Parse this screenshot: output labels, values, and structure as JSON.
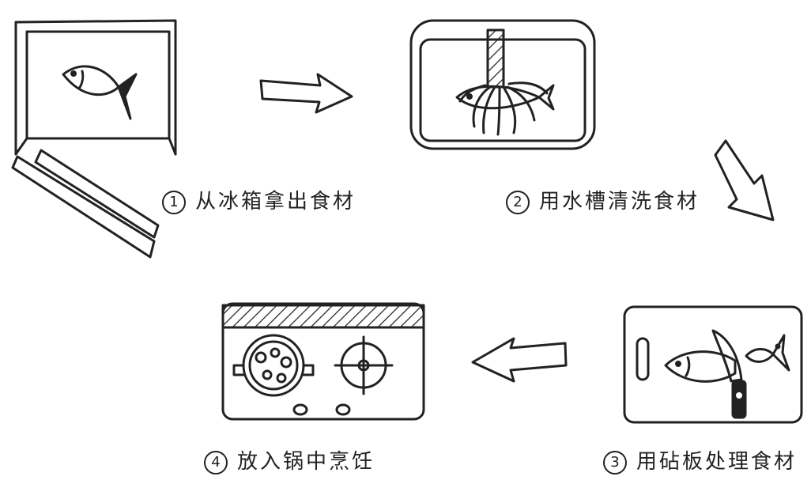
{
  "steps": [
    {
      "number": "1",
      "text": "从冰箱拿出食材"
    },
    {
      "number": "2",
      "text": "用水槽清洗食材"
    },
    {
      "number": "3",
      "text": "用砧板处理食材"
    },
    {
      "number": "4",
      "text": "放入锅中烹饪"
    }
  ],
  "colors": {
    "ink": "#222222",
    "background": "#ffffff"
  }
}
